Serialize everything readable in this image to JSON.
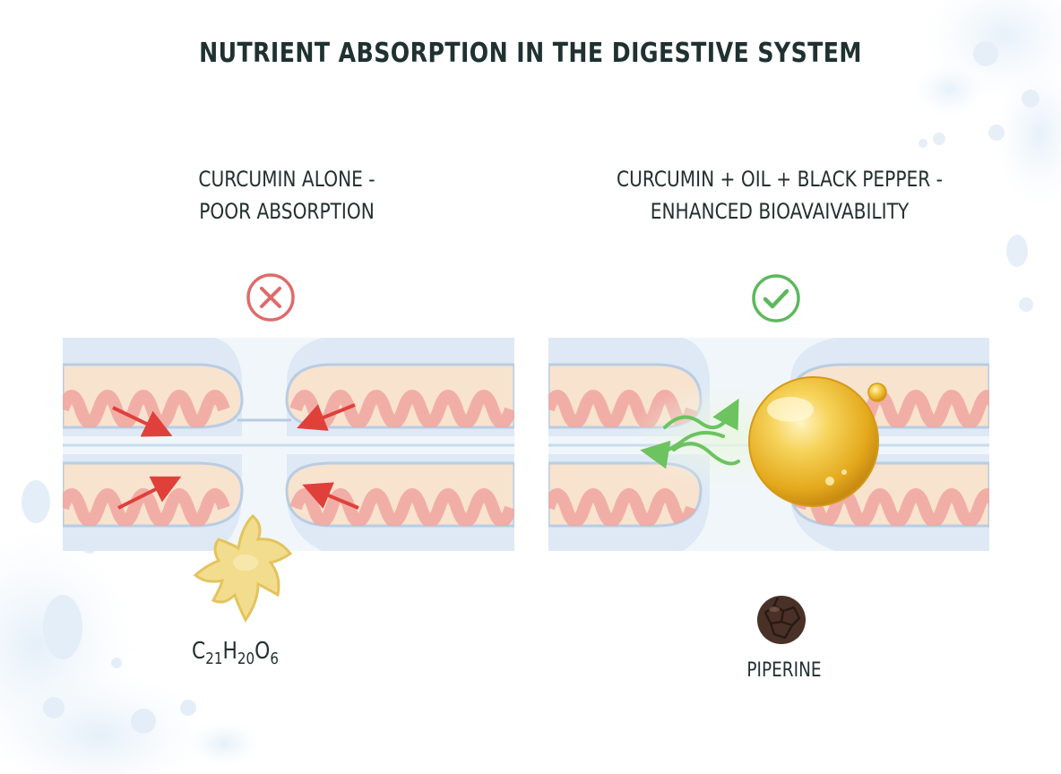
{
  "title": "NUTRIENT ABSORPTION IN THE DIGESTIVE SYSTEM",
  "left": {
    "heading_line1": "CURCUMIN ALONE -",
    "heading_line2": "POOR ABSORPTION",
    "status_icon": "cross-circle-icon",
    "status_color": "#e06a6a",
    "formula": "C21H20O6"
  },
  "right": {
    "heading_line1": "CURCUMIN + OIL + BLACK PEPPER -",
    "heading_line2": "ENHANCED BIOAVAIVABILITY",
    "status_icon": "check-circle-icon",
    "status_color": "#5cb85c",
    "piperine_label": "PIPERINE"
  },
  "colors": {
    "villus_fill": "#f8e3cf",
    "villus_wave": "#f0a4a0",
    "membrane": "#c9dcee",
    "arrow_red": "#e0403a",
    "arrow_green": "#6cc35f",
    "oil_drop": "#e8b52a",
    "curcumin": "#f2dd8e",
    "pepper": "#4a3128"
  }
}
